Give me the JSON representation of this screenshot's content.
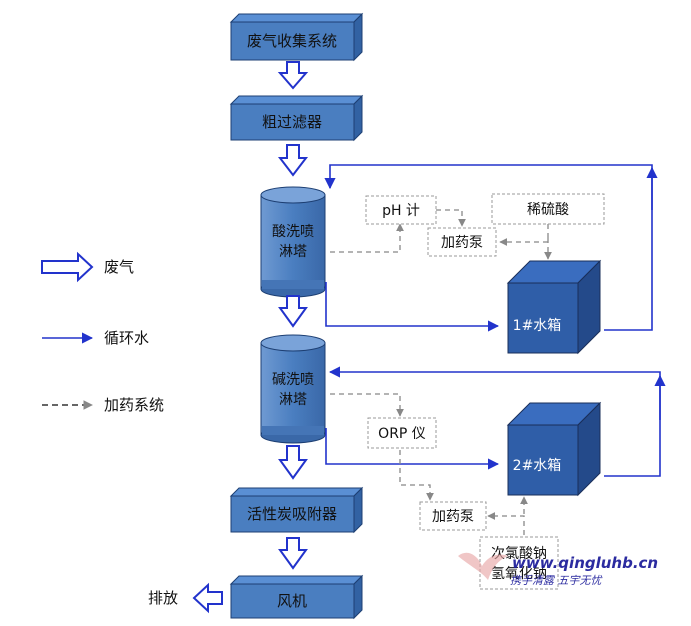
{
  "colors": {
    "box_fill": "#4a7ec0",
    "box_top": "#5a8fd4",
    "box_side": "#3262a3",
    "tank_front": "#2f5ea8",
    "tank_top": "#3a6dbf",
    "tank_side": "#244a8a",
    "cylinder": "#4a7ec0",
    "air_arrow": "#2233cc",
    "water_line": "#2233cc",
    "dose_line": "#888888"
  },
  "flow": {
    "gas_collection": "废气收集系统",
    "coarse_filter": "粗过滤器",
    "acid_tower": [
      "酸洗喷",
      "淋塔"
    ],
    "alkali_tower": [
      "碱洗喷",
      "淋塔"
    ],
    "activated_carbon": "活性炭吸附器",
    "fan": "风机",
    "discharge": "排放"
  },
  "tanks": {
    "tank1": "1#水箱",
    "tank2": "2#水箱"
  },
  "dosing": {
    "ph_meter": "pH 计",
    "pump1": "加药泵",
    "sulfuric_acid": "稀硫酸",
    "orp_meter": "ORP 仪",
    "pump2": "加药泵",
    "hypochlorite": [
      "次氯酸钠",
      "氢氧化钠"
    ]
  },
  "legend": {
    "exhaust": "废气",
    "circulating_water": "循环水",
    "dosing_system": "加药系统"
  },
  "watermark": {
    "site": "www.qingluhb.cn",
    "slogan": "携手清露  五宇无忧"
  }
}
